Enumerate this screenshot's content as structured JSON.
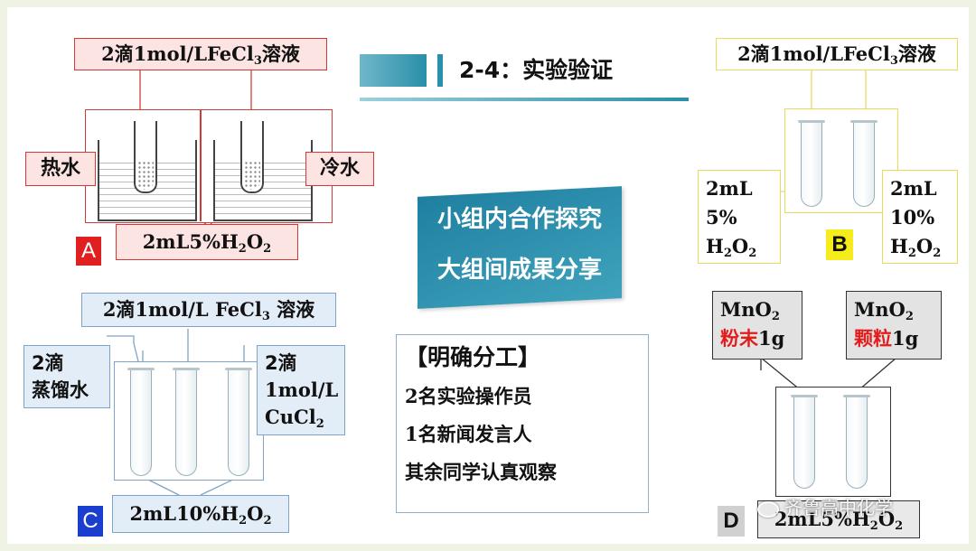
{
  "header": {
    "title": "2-4：实验验证"
  },
  "center": {
    "banner_line1": "小组内合作探究",
    "banner_line2": "大组间成果分享",
    "tasks_title": "【明确分工】",
    "tasks": [
      "2名实验操作员",
      "1名新闻发言人",
      "其余同学认真观察"
    ]
  },
  "exp_a": {
    "letter": "A",
    "reagent_pre": "2滴1mol/LFeCl",
    "reagent_sub": "3",
    "reagent_post": "溶液",
    "left_label": "热水",
    "right_label": "冷水",
    "solution_pre": "2mL5%H",
    "solution_sub1": "2",
    "solution_mid": "O",
    "solution_sub2": "2"
  },
  "exp_b": {
    "letter": "B",
    "reagent_pre": "2滴1mol/LFeCl",
    "reagent_sub": "3",
    "reagent_post": "溶液",
    "left_l1": "2mL",
    "left_l2": "5%",
    "left_h": "H",
    "left_s1": "2",
    "left_o": "O",
    "left_s2": "2",
    "right_l1": "2mL",
    "right_l2": "10%",
    "right_h": "H",
    "right_s1": "2",
    "right_o": "O",
    "right_s2": "2"
  },
  "exp_c": {
    "letter": "C",
    "reagent_pre": "2滴1mol/L FeCl",
    "reagent_sub": "3",
    "reagent_post": " 溶液",
    "left_l1": "2滴",
    "left_l2": "蒸馏水",
    "right_l1": "2滴",
    "right_l2": "1mol/L",
    "right_cu": "CuCl",
    "right_sub": "2",
    "solution_pre": "2mL10%H",
    "solution_sub1": "2",
    "solution_mid": "O",
    "solution_sub2": "2"
  },
  "exp_d": {
    "letter": "D",
    "left_formula": "MnO",
    "left_formula_sub": "2",
    "left_form": "粉末",
    "left_mass": "1g",
    "right_formula": "MnO",
    "right_formula_sub": "2",
    "right_form": "颗粒",
    "right_mass": "1g",
    "solution_pre": "2mL5%H",
    "solution_sub1": "2",
    "solution_mid": "O",
    "solution_sub2": "2"
  },
  "watermark": {
    "text": "齐鲁高中化学"
  },
  "colors": {
    "red_box": "#d23a3a",
    "yellow_box": "#e8dc5a",
    "blue_box": "#7fa4c7",
    "gray_box": "#333333",
    "banner": "#2a8fa8",
    "highlight_red": "#e31b1b"
  }
}
